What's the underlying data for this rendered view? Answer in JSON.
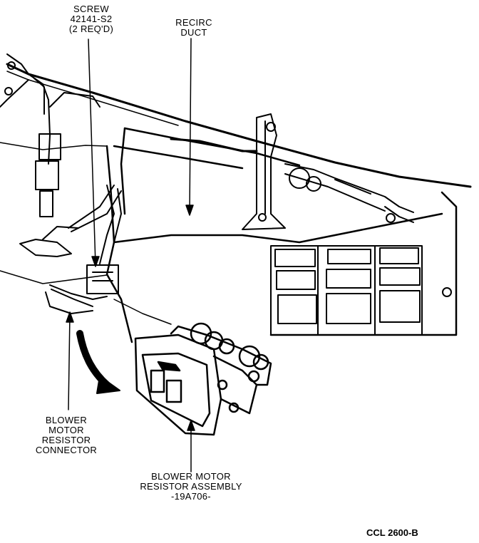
{
  "labels": {
    "screw": [
      "SCREW",
      "42141-S2",
      "(2 REQ'D)"
    ],
    "recirc_duct": [
      "RECIRC",
      "DUCT"
    ],
    "connector": [
      "BLOWER",
      "MOTOR",
      "RESISTOR",
      "CONNECTOR"
    ],
    "assembly": [
      "BLOWER MOTOR",
      "RESISTOR ASSEMBLY",
      "-19A706-"
    ]
  },
  "figure_code": "CCL 2600-B",
  "colors": {
    "ink": "#000000",
    "paper": "#ffffff"
  }
}
